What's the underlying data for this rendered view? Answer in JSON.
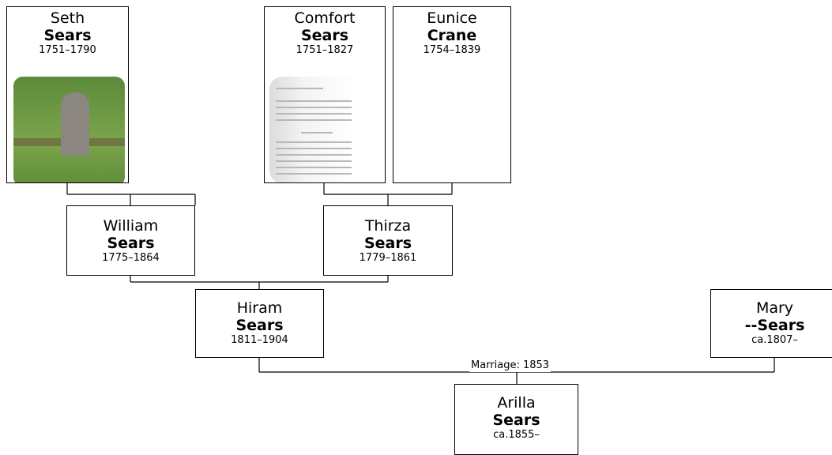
{
  "people": {
    "seth": {
      "given": "Seth",
      "surname": "Sears",
      "dates": "1751–1790",
      "photo": "gravestone photo"
    },
    "comfort": {
      "given": "Comfort",
      "surname": "Sears",
      "dates": "1751–1827",
      "photo": "document scan"
    },
    "eunice": {
      "given": "Eunice",
      "surname": "Crane",
      "dates": "1754–1839"
    },
    "william": {
      "given": "William",
      "surname": "Sears",
      "dates": "1775–1864"
    },
    "thirza": {
      "given": "Thirza",
      "surname": "Sears",
      "dates": "1779–1861"
    },
    "hiram": {
      "given": "Hiram",
      "surname": "Sears",
      "dates": "1811–1904"
    },
    "mary": {
      "given": "Mary",
      "surname": "--Sears",
      "dates": "ca.1807–"
    },
    "arilla": {
      "given": "Arilla",
      "surname": "Sears",
      "dates": "ca.1855–"
    }
  },
  "marriage_label": "Marriage: 1853"
}
